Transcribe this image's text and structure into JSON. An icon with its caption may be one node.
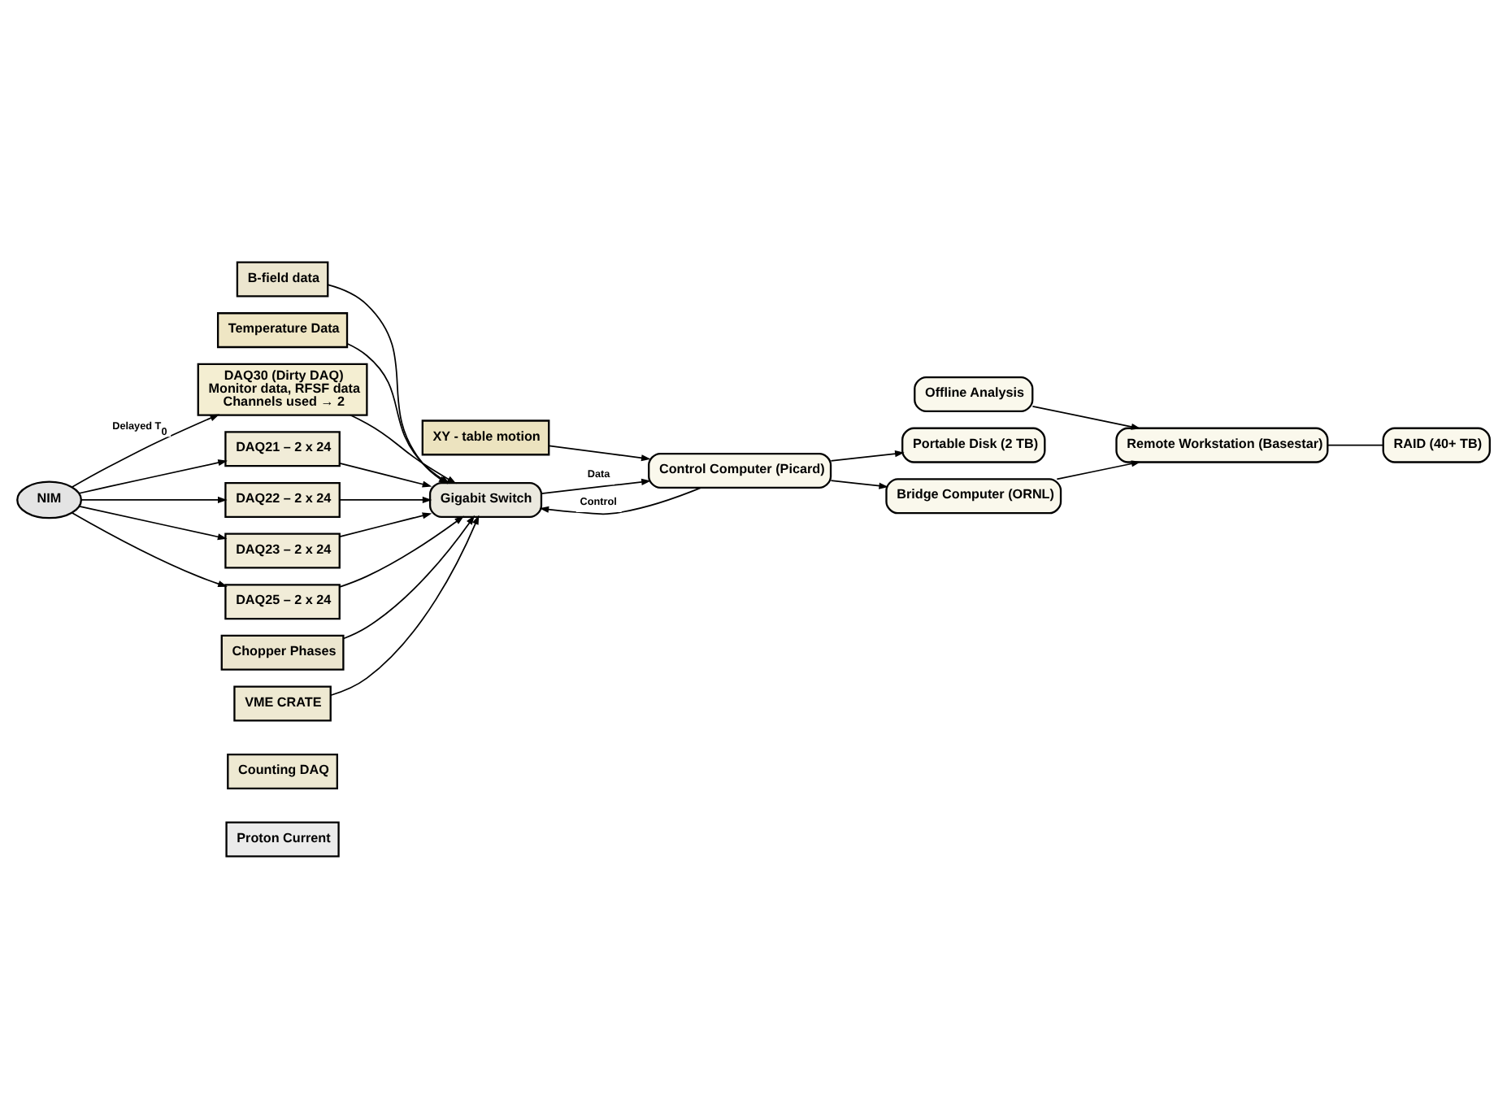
{
  "diagram": {
    "nodes": [
      {
        "text": [
          "DAQ30 (Dirty DAQ)",
          "Monitor data, RFSF data",
          "Channels used → 2"
        ]
      },
      {
        "text": [
          "B-field data"
        ]
      },
      {
        "text": [
          "Temperature Data"
        ]
      },
      {
        "text": [
          "DAQ21 – 2 x 24"
        ]
      },
      {
        "text": [
          "DAQ22 – 2 x 24"
        ]
      },
      {
        "text": [
          "DAQ23 – 2 x 24"
        ]
      },
      {
        "text": [
          "DAQ25 – 2 x 24"
        ]
      },
      {
        "text": [
          "Gigabit Switch"
        ]
      },
      {
        "text": [
          "Control Computer (Picard)"
        ]
      },
      {
        "text": [
          "Portable Disk (2 TB)"
        ]
      },
      {
        "text": [
          "Chopper Phases"
        ]
      },
      {
        "text": [
          "VME CRATE"
        ]
      },
      {
        "text": [
          "Counting DAQ"
        ]
      },
      {
        "text": [
          "Proton Current"
        ]
      },
      {
        "text": [
          "Bridge Computer (ORNL)"
        ]
      },
      {
        "text": [
          "XY - table motion"
        ]
      },
      {
        "text": [
          "Offline Analysis"
        ]
      },
      {
        "text": [
          "Remote Workstation (Basestar)"
        ]
      },
      {
        "text": [
          "RAID (40+ TB)"
        ]
      },
      {
        "text": [
          "NIM"
        ]
      }
    ],
    "edges": [
      {
        "from": 19,
        "to": 0,
        "arrow": "to",
        "label": "Delayed T$_{0}$"
      },
      {
        "from": 19,
        "to": 3,
        "arrow": "to"
      },
      {
        "from": 19,
        "to": 4,
        "arrow": "to"
      },
      {
        "from": 19,
        "to": 5,
        "arrow": "to"
      },
      {
        "from": 19,
        "to": 6,
        "arrow": "to"
      },
      {
        "from": 0,
        "to": 7,
        "arrow": "to"
      },
      {
        "from": 1,
        "to": 7,
        "arrow": "to"
      },
      {
        "from": 2,
        "to": 7,
        "arrow": "to"
      },
      {
        "from": 3,
        "to": 7,
        "arrow": "to"
      },
      {
        "from": 4,
        "to": 7,
        "arrow": "to"
      },
      {
        "from": 5,
        "to": 7,
        "arrow": "to"
      },
      {
        "from": 6,
        "to": 7,
        "arrow": "to"
      },
      {
        "from": 10,
        "to": 7,
        "arrow": "to"
      },
      {
        "from": 11,
        "to": 7,
        "arrow": "to"
      },
      {
        "from": 7,
        "to": 8,
        "arrow": "to",
        "label": "Data"
      },
      {
        "from": 8,
        "to": 7,
        "arrow": "to",
        "label": "Control"
      },
      {
        "from": 8,
        "to": 9,
        "arrow": "to"
      },
      {
        "from": 15,
        "to": 8,
        "arrow": "to"
      },
      {
        "from": 8,
        "to": 14,
        "arrow": "to"
      },
      {
        "from": 14,
        "to": 17,
        "arrow": "to"
      },
      {
        "from": 16,
        "to": 17,
        "arrow": "to"
      },
      {
        "from": 17,
        "to": 18,
        "arrow": "none"
      }
    ]
  }
}
